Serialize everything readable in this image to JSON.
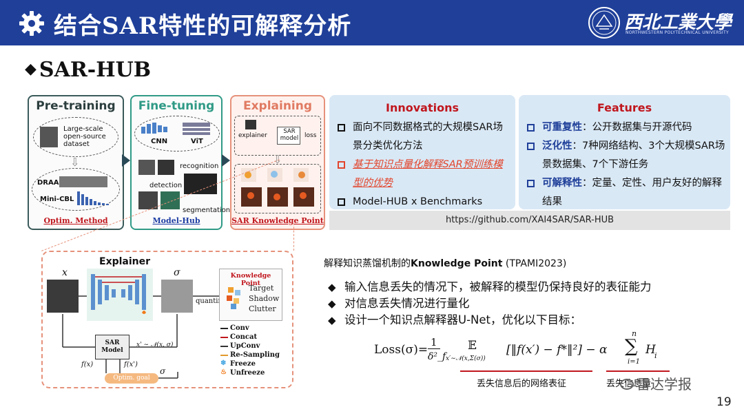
{
  "header": {
    "title": "结合SAR特性的可解释分析",
    "university_cn": "西北工業大學",
    "university_en": "NORTHWESTERN POLYTECHNICAL UNIVERSITY"
  },
  "section_title": "SAR-HUB",
  "pipeline": {
    "pretraining": {
      "title": "Pre-training",
      "dataset_label": "Large-scale open-source dataset",
      "draa": "DRAA",
      "minicbl": "Mini-CBL",
      "footer": "Optim. Method"
    },
    "finetuning": {
      "title": "Fine-tuning",
      "cnn": "CNN",
      "vit": "ViT",
      "recognition": "recognition",
      "detection": "detection",
      "segmentation": "segmentation",
      "footer": "Model-Hub"
    },
    "explaining": {
      "title": "Explaining",
      "explainer": "explainer",
      "sar_model": "SAR model",
      "loss": "loss",
      "footer": "SAR Knowledge Point"
    }
  },
  "innovations": {
    "title": "Innovations",
    "items": [
      {
        "text": "面向不同数据格式的大规模SAR场景分类优化方法",
        "style": "normal"
      },
      {
        "text": "基于知识点量化解释SAR预训练模型的优势",
        "style": "highlight"
      },
      {
        "text": "Model-HUB x Benchmarks",
        "style": "normal"
      }
    ]
  },
  "features": {
    "title": "Features",
    "items": [
      {
        "key": "可重复性",
        "text": "：公开数据集与开源代码"
      },
      {
        "key": "泛化性",
        "text": "：7种网络结构、3个大规模SAR场景数据集、7个下游任务"
      },
      {
        "key": "可解释性",
        "text": "：定量、定性、用户友好的解释结果"
      }
    ]
  },
  "url": "https://github.com/XAI4SAR/SAR-HUB",
  "explainer_figure": {
    "title": "Explainer",
    "x": "x",
    "sigma": "σ",
    "quantify": "quantify",
    "kp_title": "Knowledge Point",
    "kp_items": [
      "Target",
      "Shadow",
      "Clutter"
    ],
    "sample": "x' ∼ 𝒩(x, σ)",
    "sar_model": "SAR Model",
    "fx": "f(x)",
    "fxp": "f(x')",
    "optim_goal": "Optim. goal",
    "legend": [
      {
        "label": "Conv",
        "color": "#222222"
      },
      {
        "label": "Concat",
        "color": "#c0161d"
      },
      {
        "label": "UpConv",
        "color": "#333333"
      },
      {
        "label": "Re-Sampling",
        "color": "#e39a2d"
      },
      {
        "label": "Freeze",
        "color": "#3fa3e0"
      },
      {
        "label": "Unfreeze",
        "color": "#f07a1a"
      }
    ]
  },
  "kp_caption": {
    "prefix": "解释知识蒸馏机制的",
    "bold": "Knowledge Point",
    "suffix": " (TPAMI2023)"
  },
  "bullets": [
    "输入信息丢失的情况下，被解释的模型仍保持良好的表征能力",
    "对信息丢失情况进行量化",
    "设计一个知识点解释器U-Net，优化以下目标："
  ],
  "formula": {
    "lhs": "Loss(σ)=",
    "frac_num": "1",
    "frac_den": "δ²_f",
    "expect": "𝔼",
    "expect_sub": "x′∼𝒩(x,Σ(σ))",
    "term": "[‖f(x′) − f*‖²] − α",
    "sum": "∑",
    "sum_top": "n",
    "sum_bottom": "i=1",
    "hi": "H",
    "hi_sub": "i",
    "note1": "丢失信息后的网络表征",
    "note2": "丢失信息量"
  },
  "watermark": "雷达学报",
  "page_number": "19"
}
